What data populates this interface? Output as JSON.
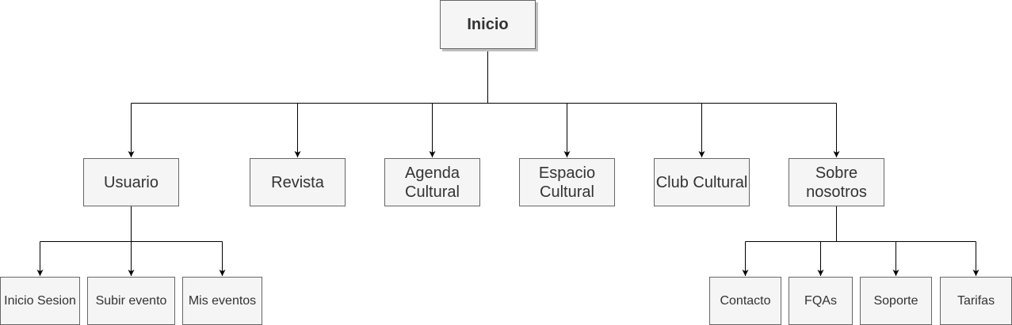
{
  "diagram": {
    "root": {
      "label": "Inicio"
    },
    "sections": {
      "usuario": "Usuario",
      "revista": "Revista",
      "agenda": "Agenda Cultural",
      "espacio": "Espacio Cultural",
      "club": "Club Cultural",
      "sobre": "Sobre nosotros"
    },
    "usuario_children": {
      "inicio_sesion": "Inicio Sesion",
      "subir_evento": "Subir evento",
      "mis_eventos": "Mis eventos"
    },
    "sobre_children": {
      "contacto": "Contacto",
      "fqas": "FQAs",
      "soporte": "Soporte",
      "tarifas": "Tarifas"
    }
  },
  "colors": {
    "node_fill": "#f5f5f5",
    "node_border": "#666666",
    "text": "#333333",
    "edge": "#000000",
    "shadow": "#bfbfbf"
  }
}
